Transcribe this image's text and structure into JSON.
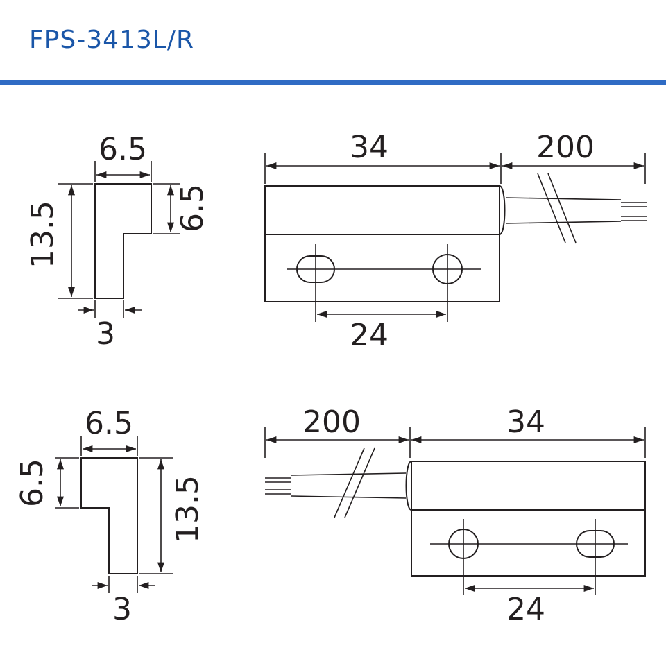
{
  "header": {
    "title": "FPS-3413L/R"
  },
  "colors": {
    "title": "#1a56a8",
    "rule": "#2f6bc4",
    "line": "#231f20"
  },
  "top_profile": {
    "width": "6.5",
    "height": "13.5",
    "step": "6.5",
    "base": "3"
  },
  "top_body": {
    "length": "34",
    "cable": "200",
    "hole_spacing": "24"
  },
  "bottom_profile": {
    "width": "6.5",
    "height": "13.5",
    "step": "6.5",
    "base": "3"
  },
  "bottom_body": {
    "length": "34",
    "cable": "200",
    "hole_spacing": "24"
  }
}
